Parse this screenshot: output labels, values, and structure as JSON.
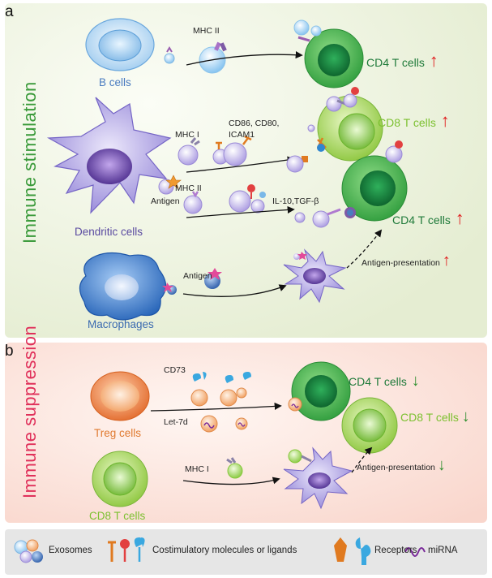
{
  "panels": {
    "a": {
      "letter": "a",
      "title": "Immune  stimulation",
      "labels": {
        "b_cells": "B cells",
        "dendritic_cells": "Dendritic cells",
        "macrophages": "Macrophages",
        "antigen_dc": "Antigen",
        "antigen_mac": "Antigen",
        "mhc_ii_top": "MHC II",
        "mhc_i": "MHC I",
        "costim_1": "CD86, CD80,",
        "costim_2": "ICAM1",
        "mhc_ii_mid": "MHC II",
        "cytokines": "IL-10,TGF-β",
        "cd4_top": "CD4 T cells",
        "cd8": "CD8 T cells",
        "cd4_mid": "CD4 T cells",
        "antigen_presentation": "Antigen-presentation"
      },
      "arrow_up": "↑"
    },
    "b": {
      "letter": "b",
      "title": "Immune  suppression",
      "labels": {
        "treg": "Treg cells",
        "cd8_source": "CD8 T cells",
        "cd73": "CD73",
        "let7d": "Let-7d",
        "mhc_i": "MHC I",
        "cd4": "CD4 T cells",
        "cd8": "CD8 T cells",
        "antigen_presentation": "Antigen-presentation"
      },
      "arrow_down": "↓"
    }
  },
  "legend": {
    "exosomes": "Exosomes",
    "costim": "Costimulatory molecules or ligands",
    "receptors": "Receptors",
    "mirna": "miRNA"
  },
  "colors": {
    "panel_a_bg": "#eef3e0",
    "panel_b_bg": "#fbe3dc",
    "legend_bg": "#e6e6e6",
    "stim_green": "#3a9a3a",
    "supp_pink": "#e0305a",
    "up_red": "#e02020",
    "down_green": "#2f8f2f",
    "b_cell_blue": "#4a7cc0",
    "dc_purple": "#5a4aa0",
    "mac_blue": "#3a6ab0",
    "treg_orange": "#e07a30",
    "cd8_light_green": "#7cc030",
    "cd4_dark_green": "#1f7a3a"
  }
}
